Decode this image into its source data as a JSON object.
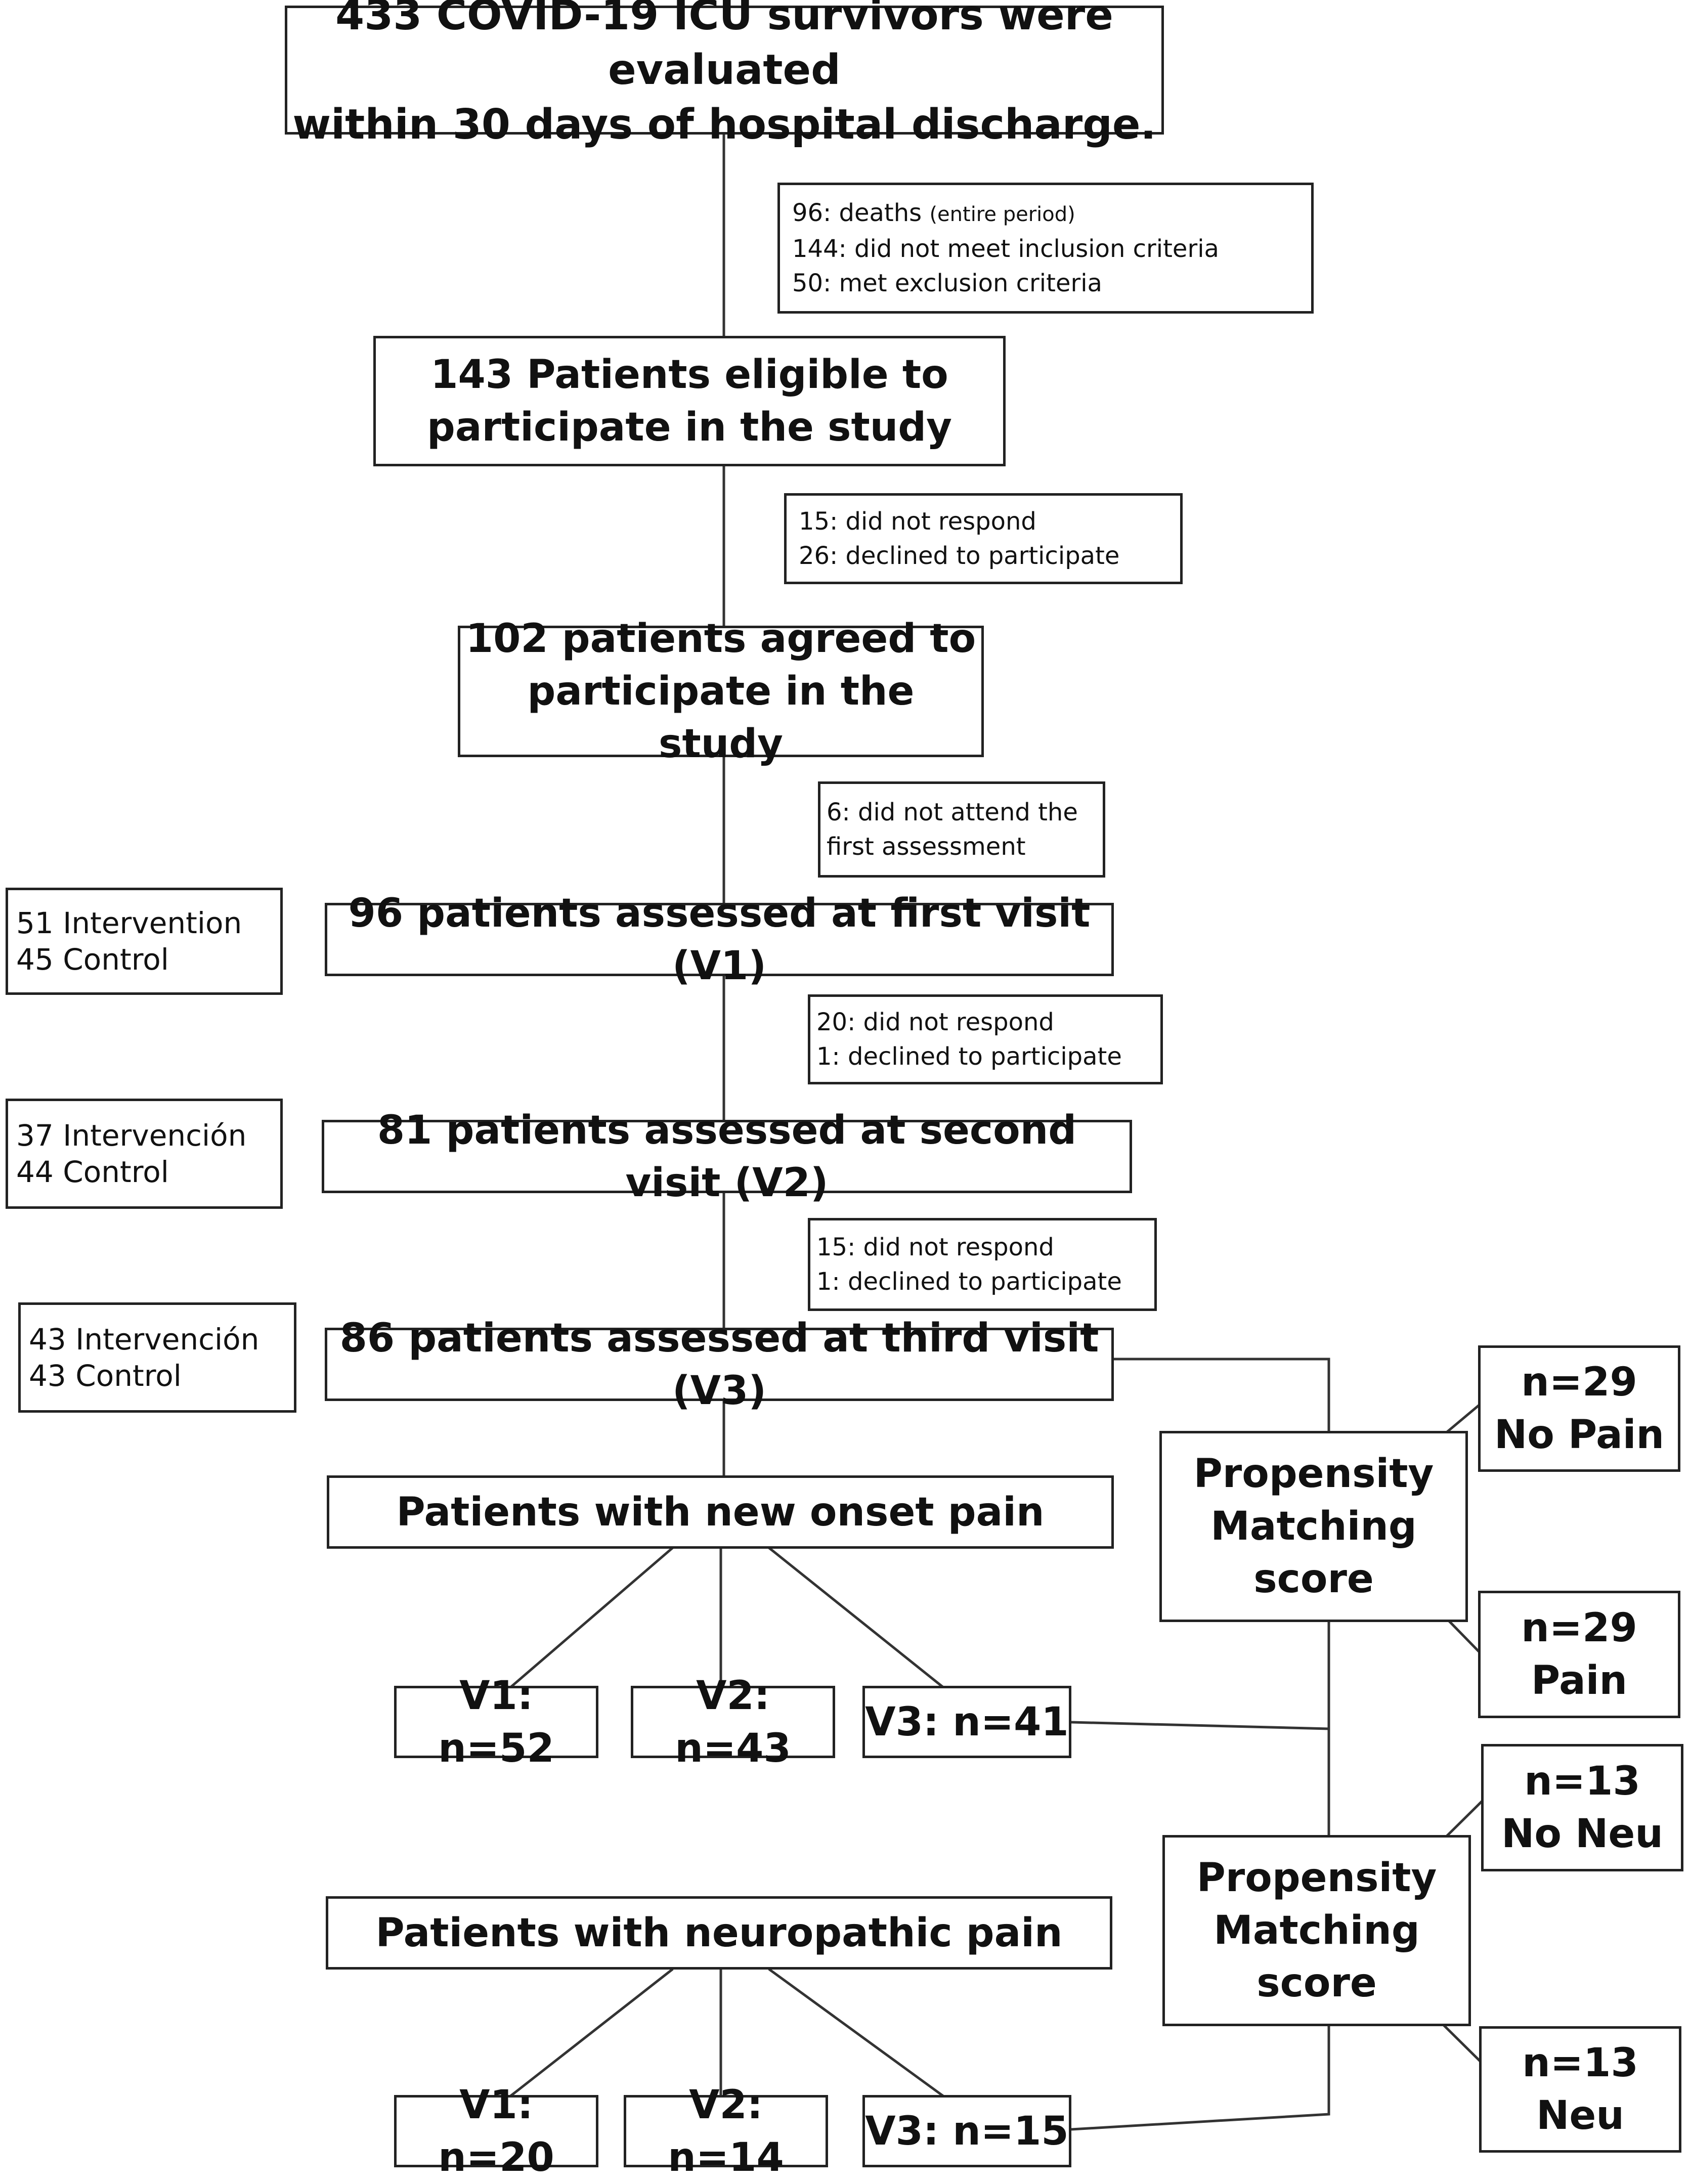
{
  "flow": {
    "start": {
      "lines": [
        "433 COVID-19 ICU survivors were evaluated",
        "within 30 days of hospital discharge."
      ]
    },
    "excl1": {
      "deaths": "96: deaths",
      "deaths_note": "(entire period)",
      "lines": [
        "144: did not meet inclusion criteria",
        "50: met exclusion criteria"
      ]
    },
    "eligible": {
      "lines": [
        "143  Patients eligible to",
        "participate in the study"
      ]
    },
    "excl2": {
      "lines": [
        "15: did not respond",
        "26: declined to participate"
      ]
    },
    "agreed": {
      "lines": [
        "102 patients agreed to",
        "participate in the study"
      ]
    },
    "excl3": {
      "lines": [
        "6: did not attend the",
        "first assessment"
      ]
    },
    "v1": {
      "label": "96 patients assessed at first visit (V1)"
    },
    "v1_arms": {
      "lines": [
        "51 Intervention",
        "45 Control"
      ]
    },
    "excl4": {
      "lines": [
        "20:   did not respond",
        "1: declined to participate"
      ]
    },
    "v2": {
      "label": "81 patients assessed at second visit (V2)"
    },
    "v2_arms": {
      "lines": [
        "37 Intervención",
        "44 Control"
      ]
    },
    "excl5": {
      "lines": [
        "15:   did not respond",
        "1: declined to participate"
      ]
    },
    "v3": {
      "label": "86 patients assessed at third visit (V3)"
    },
    "v3_arms": {
      "lines": [
        "43 Intervención",
        "43 Control"
      ]
    },
    "new_pain": {
      "label": "Patients with new onset pain"
    },
    "new_pain_counts": [
      "V1: n=52",
      "V2: n=43",
      "V3: n=41"
    ],
    "neuro": {
      "label": "Patients with neuropathic pain"
    },
    "neuro_counts": [
      "V1: n=20",
      "V2: n=14",
      "V3: n=15"
    ],
    "psm1": {
      "lines": [
        "Propensity",
        "Matching",
        "score"
      ]
    },
    "psm2": {
      "lines": [
        "Propensity",
        "Matching",
        "score"
      ]
    },
    "out_nopain": {
      "lines": [
        "n=29",
        "No Pain"
      ]
    },
    "out_pain": {
      "lines": [
        "n=29",
        "Pain"
      ]
    },
    "out_noneu": {
      "lines": [
        "n=13",
        "No Neu"
      ]
    },
    "out_neu": {
      "lines": [
        "n=13",
        "Neu"
      ]
    }
  }
}
